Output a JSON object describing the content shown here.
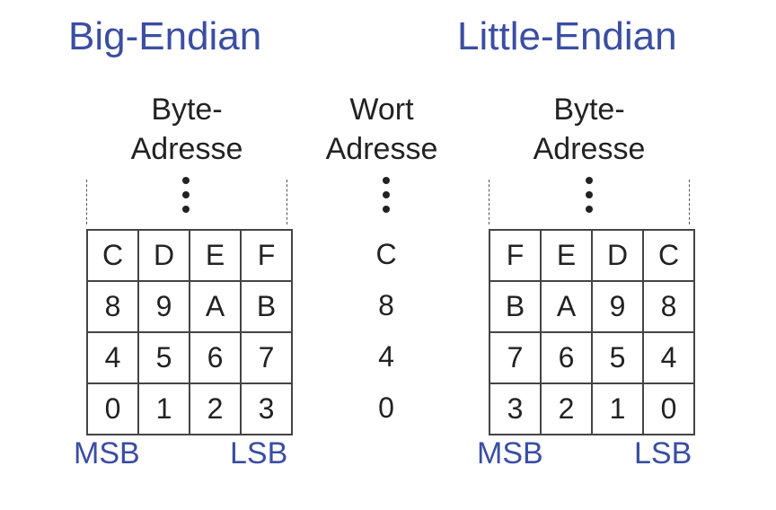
{
  "titles": {
    "big_endian": "Big-Endian",
    "little_endian": "Little-Endian"
  },
  "headers": {
    "big_byte": [
      "Byte-",
      "Adresse"
    ],
    "word": [
      "Wort",
      "Adresse"
    ],
    "little_byte": [
      "Byte-",
      "Adresse"
    ]
  },
  "big_endian_rows": [
    [
      "C",
      "D",
      "E",
      "F"
    ],
    [
      "8",
      "9",
      "A",
      "B"
    ],
    [
      "4",
      "5",
      "6",
      "7"
    ],
    [
      "0",
      "1",
      "2",
      "3"
    ]
  ],
  "word_addresses": [
    "C",
    "8",
    "4",
    "0"
  ],
  "little_endian_rows": [
    [
      "F",
      "E",
      "D",
      "C"
    ],
    [
      "B",
      "A",
      "9",
      "8"
    ],
    [
      "7",
      "6",
      "5",
      "4"
    ],
    [
      "3",
      "2",
      "1",
      "0"
    ]
  ],
  "labels": {
    "msb": "MSB",
    "lsb": "LSB"
  },
  "colors": {
    "accent": "#3b4ea2",
    "text": "#222222"
  }
}
